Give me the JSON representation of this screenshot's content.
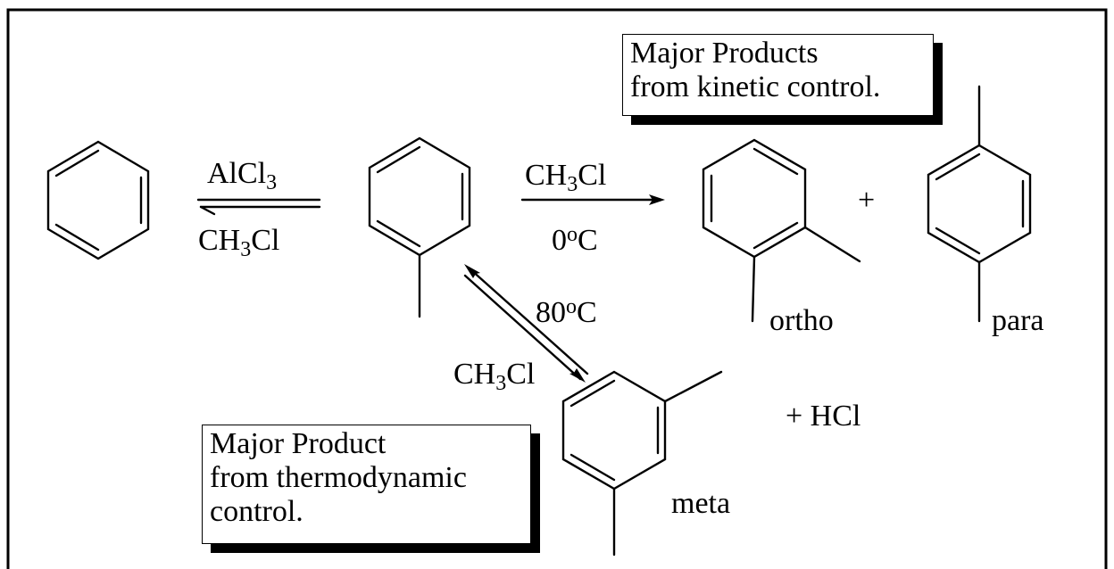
{
  "reagents": {
    "step1_top": "AlCl",
    "step1_top_sub": "3",
    "step1_bottom": "CH",
    "step1_bottom_sub": "3",
    "step1_bottom_tail": "Cl",
    "step2_top": "CH",
    "step2_top_sub": "3",
    "step2_top_tail": "Cl",
    "step2_bottom": "0",
    "step2_bottom_sup": "o",
    "step2_bottom_tail": "C",
    "step3_temp": "80",
    "step3_temp_sup": "o",
    "step3_temp_tail": "C",
    "step3_reagent": "CH",
    "step3_reagent_sub": "3",
    "step3_reagent_tail": "Cl"
  },
  "labels": {
    "plus1": "+",
    "ortho": "ortho",
    "para": "para",
    "meta": "meta",
    "plus_hcl": "+  HCl"
  },
  "boxes": {
    "kinetic": [
      "Major Products",
      "from kinetic control."
    ],
    "thermo": [
      "Major Product",
      "from thermodynamic",
      "control."
    ]
  }
}
